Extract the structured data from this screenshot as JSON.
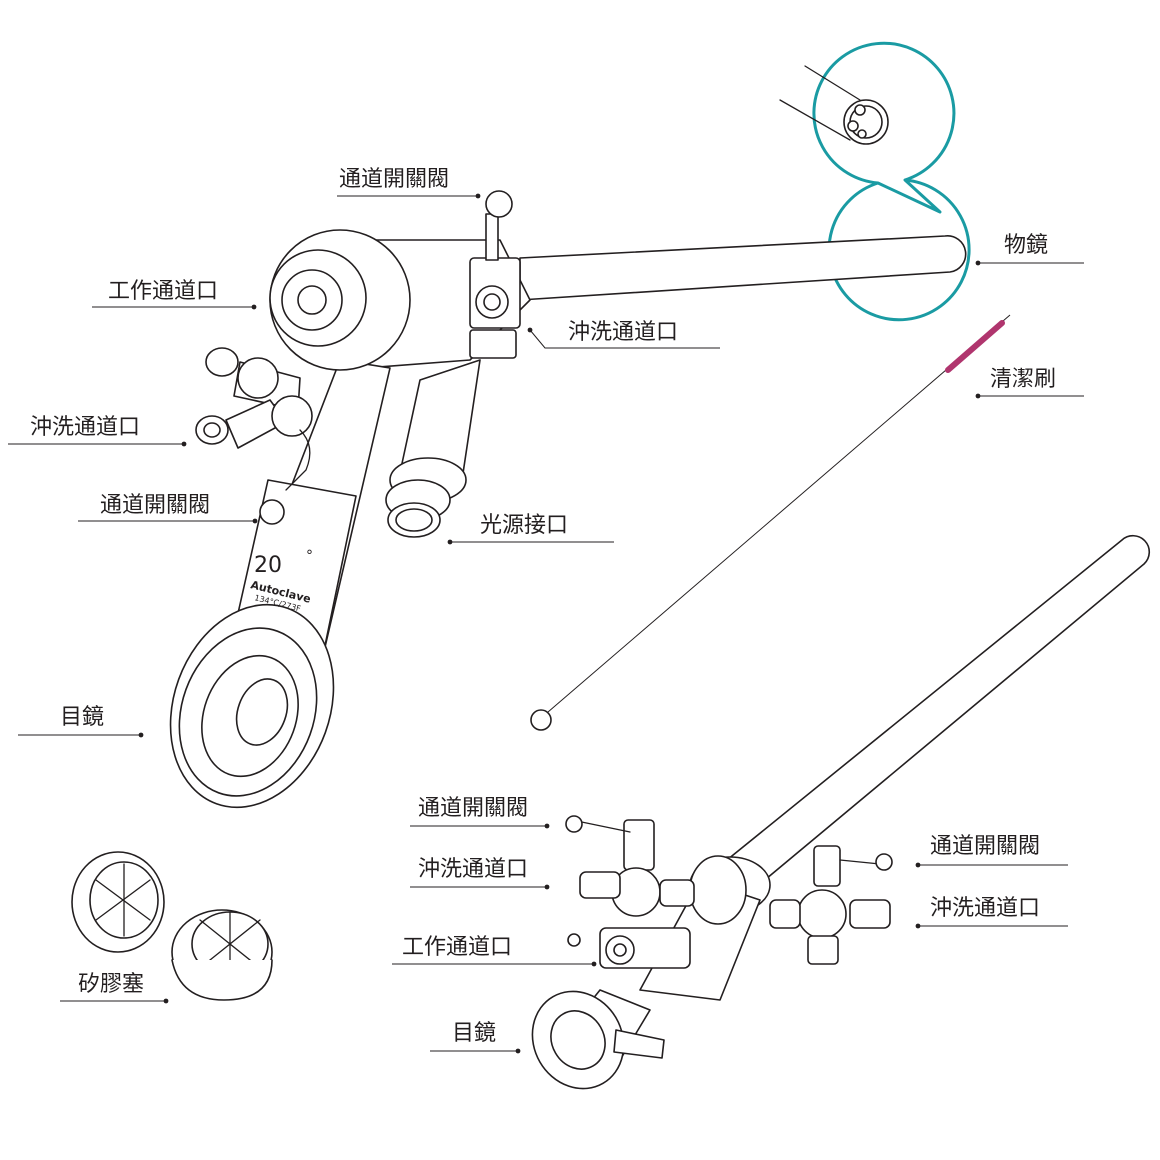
{
  "colors": {
    "ink": "#231f20",
    "callout": "#1a9ba3",
    "brush_bristles": "#b0356e",
    "background": "#ffffff"
  },
  "labels": {
    "top_channel_valve": "通道開關閥",
    "working_channel_top": "工作通道口",
    "objective": "物鏡",
    "irrigation_top_right": "沖洗通道口",
    "cleaning_brush": "清潔刷",
    "irrigation_left": "沖洗通道口",
    "channel_valve_left": "通道開關閥",
    "light_port": "光源接口",
    "eyepiece_top": "目鏡",
    "channel_valve_bottom_left": "通道開關閥",
    "irrigation_bottom_left": "沖洗通道口",
    "working_channel_bottom": "工作通道口",
    "eyepiece_bottom": "目鏡",
    "channel_valve_bottom_right": "通道開關閥",
    "irrigation_bottom_right": "沖洗通道口",
    "silicone_plug": "矽膠塞"
  },
  "engravings": {
    "angle": "20",
    "degree": "°",
    "autoclave": "Autoclave",
    "temperature": "134°C/273F"
  },
  "icons": {
    "detail_callout": "magnifier-callout-icon",
    "lens_tip": "lens-tip-icon"
  }
}
